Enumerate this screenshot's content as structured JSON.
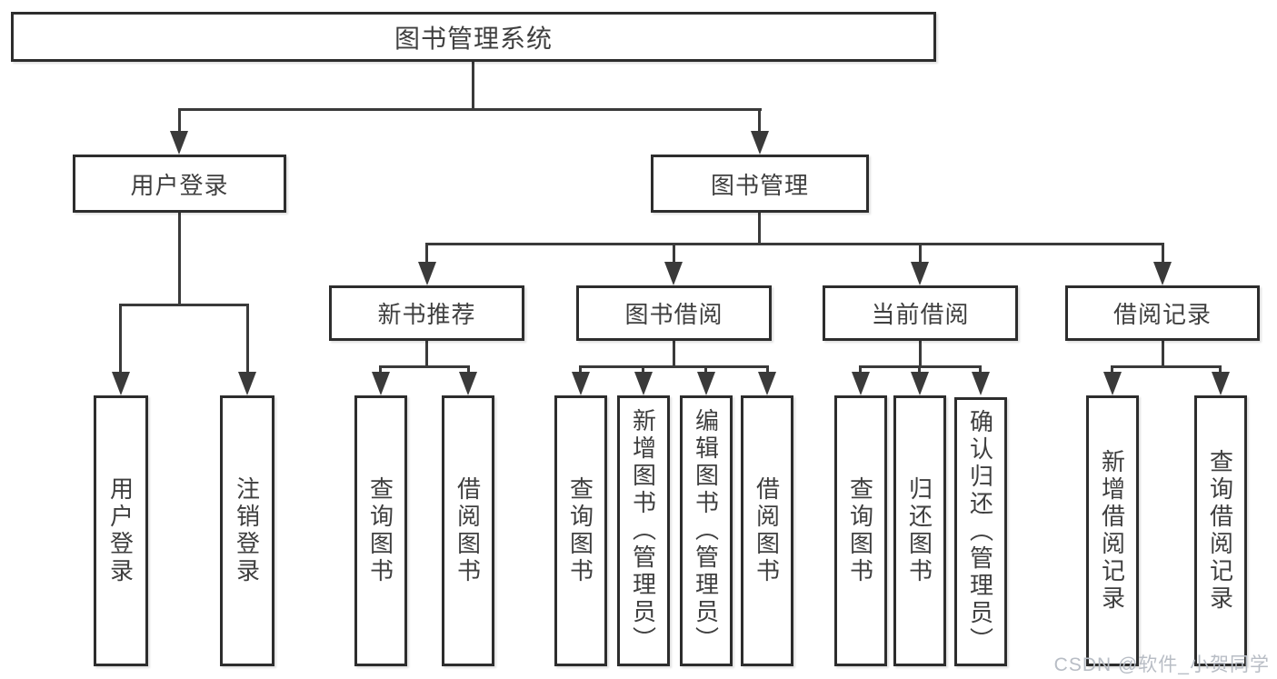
{
  "diagram": {
    "title": "图书管理系统",
    "level2": {
      "user_login": "用户登录",
      "book_management": "图书管理"
    },
    "level3": {
      "new_book_recommend": "新书推荐",
      "book_borrow": "图书借阅",
      "current_borrow": "当前借阅",
      "borrow_records": "借阅记录"
    },
    "leaves": {
      "user_login": {
        "login": "用户登录",
        "logout": "注销登录"
      },
      "new_book_recommend": {
        "query_books": "查询图书",
        "borrow_books": "借阅图书"
      },
      "book_borrow": {
        "query_books": "查询图书",
        "add_books_admin": "新增图书（管理员）",
        "edit_books_admin": "编辑图书（管理员）",
        "borrow_books": "借阅图书"
      },
      "current_borrow": {
        "query_books": "查询图书",
        "return_books": "归还图书",
        "confirm_return_admin": "确认归还（管理员）"
      },
      "borrow_records": {
        "add_record": "新增借阅记录",
        "query_record": "查询借阅记录"
      }
    },
    "watermark": "CSDN @软件_小贺同学",
    "colors": {
      "background": "#ffffff",
      "box_border": "#2d2d2d",
      "line": "#3a3a3a",
      "text": "#3f3f3f",
      "watermark": "#b8bdc5"
    }
  }
}
